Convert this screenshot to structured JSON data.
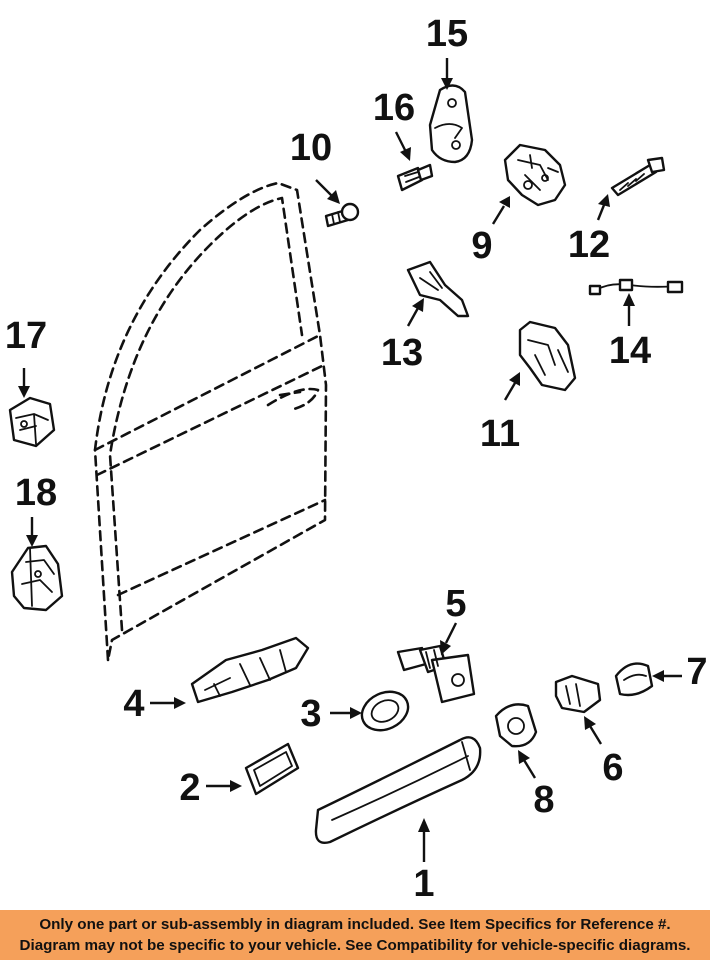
{
  "callouts": [
    {
      "id": "1",
      "label": "1"
    },
    {
      "id": "2",
      "label": "2"
    },
    {
      "id": "3",
      "label": "3"
    },
    {
      "id": "4",
      "label": "4"
    },
    {
      "id": "5",
      "label": "5"
    },
    {
      "id": "6",
      "label": "6"
    },
    {
      "id": "7",
      "label": "7"
    },
    {
      "id": "8",
      "label": "8"
    },
    {
      "id": "9",
      "label": "9"
    },
    {
      "id": "10",
      "label": "10"
    },
    {
      "id": "11",
      "label": "11"
    },
    {
      "id": "12",
      "label": "12"
    },
    {
      "id": "13",
      "label": "13"
    },
    {
      "id": "14",
      "label": "14"
    },
    {
      "id": "15",
      "label": "15"
    },
    {
      "id": "16",
      "label": "16"
    },
    {
      "id": "17",
      "label": "17"
    },
    {
      "id": "18",
      "label": "18"
    }
  ],
  "footer": {
    "line1": "Only one part or sub-assembly in diagram included. See Item Specifics for Reference #.",
    "line2": "Diagram may not be specific to your vehicle. See Compatibility for vehicle-specific diagrams.",
    "background": "#f5a05a"
  }
}
